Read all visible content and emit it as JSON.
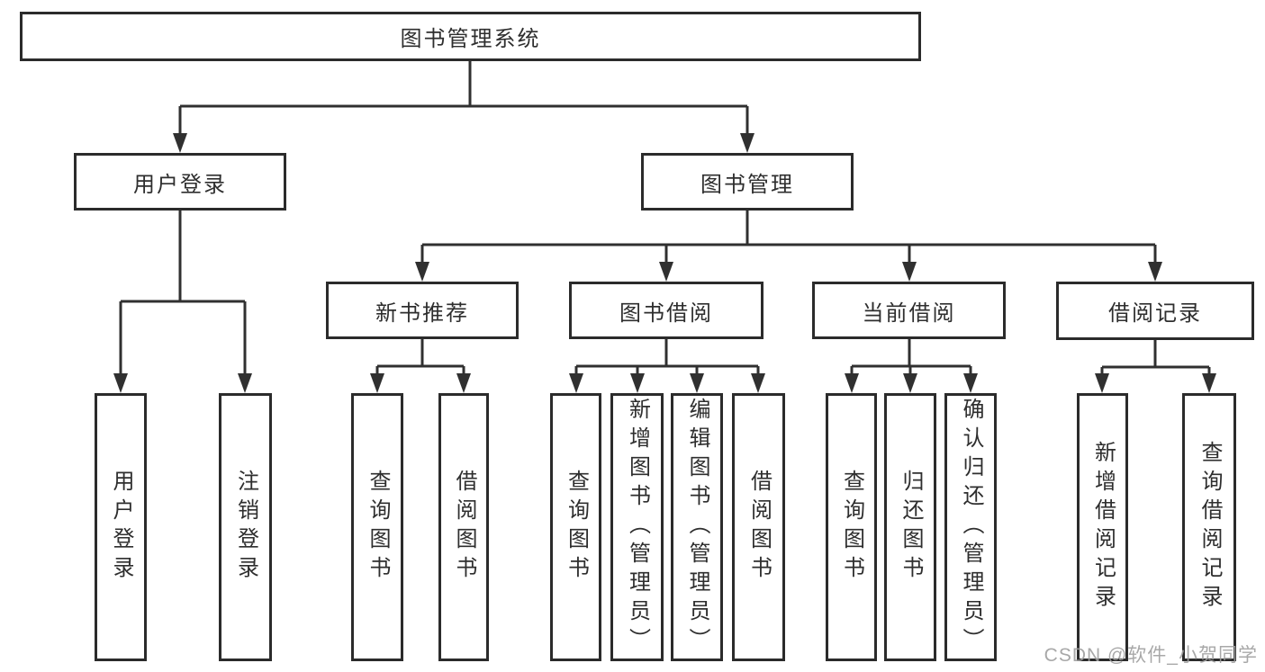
{
  "diagram": {
    "type": "hierarchy-tree",
    "root": {
      "label": "图书管理系统"
    },
    "branches": [
      {
        "label": "用户登录",
        "children": [
          {
            "label": "用户登录"
          },
          {
            "label": "注销登录"
          }
        ]
      },
      {
        "label": "图书管理",
        "children": [
          {
            "label": "新书推荐",
            "children": [
              {
                "label": "查询图书"
              },
              {
                "label": "借阅图书"
              }
            ]
          },
          {
            "label": "图书借阅",
            "children": [
              {
                "label": "查询图书"
              },
              {
                "label": "新增图书（管理员）"
              },
              {
                "label": "编辑图书（管理员）"
              },
              {
                "label": "借阅图书"
              }
            ]
          },
          {
            "label": "当前借阅",
            "children": [
              {
                "label": "查询图书"
              },
              {
                "label": "归还图书"
              },
              {
                "label": "确认归还（管理员）"
              }
            ]
          },
          {
            "label": "借阅记录",
            "children": [
              {
                "label": "新增借阅记录"
              },
              {
                "label": "查询借阅记录"
              }
            ]
          }
        ]
      }
    ]
  },
  "watermark": {
    "text": "CSDN @软件_小贺同学"
  },
  "colors": {
    "line": "#303030",
    "box_border": "#2b2b2b",
    "box_fill": "#ffffff",
    "text": "#2e2e2e",
    "background": "#ffffff",
    "watermark": "#9e9e9e"
  }
}
